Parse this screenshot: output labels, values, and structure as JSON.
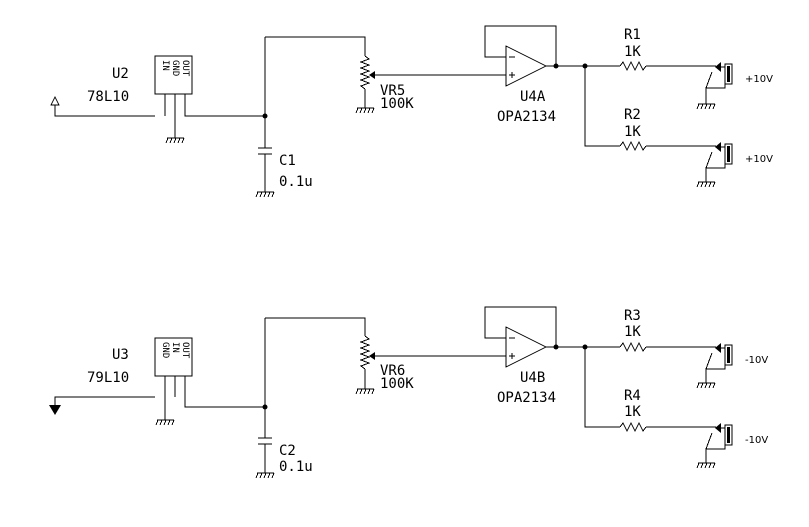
{
  "upper": {
    "regulator": {
      "ref": "U2",
      "value": "78L10",
      "pin_in": "IN",
      "pin_gnd": "GND",
      "pin_out": "OUT"
    },
    "capacitor": {
      "ref": "C1",
      "value": "0.1u"
    },
    "pot": {
      "ref": "VR5",
      "value": "100K"
    },
    "opamp": {
      "ref": "U4A",
      "value": "OPA2134"
    },
    "resistors": [
      {
        "ref": "R1",
        "value": "1K"
      },
      {
        "ref": "R2",
        "value": "1K"
      }
    ],
    "outputs": [
      "+10V",
      "+10V"
    ]
  },
  "lower": {
    "regulator": {
      "ref": "U3",
      "value": "79L10",
      "pin_gnd": "GND",
      "pin_in": "IN",
      "pin_out": "OUT"
    },
    "capacitor": {
      "ref": "C2",
      "value": "0.1u"
    },
    "pot": {
      "ref": "VR6",
      "value": "100K"
    },
    "opamp": {
      "ref": "U4B",
      "value": "OPA2134"
    },
    "resistors": [
      {
        "ref": "R3",
        "value": "1K"
      },
      {
        "ref": "R4",
        "value": "1K"
      }
    ],
    "outputs": [
      "-10V",
      "-10V"
    ]
  }
}
